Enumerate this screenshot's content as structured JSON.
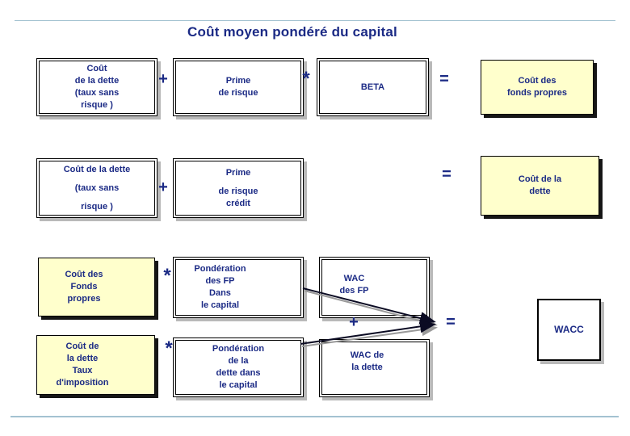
{
  "title": "Coût moyen pondéré du capital",
  "colors": {
    "text_navy": "#1b2a85",
    "box_yellow": "#ffffcc",
    "rule_blue": "#a3c2d1",
    "shadow_gray": "#b9b9b9",
    "shadow_dark": "#161616",
    "arrow_black": "#0b0b23"
  },
  "operators": {
    "plus_row1": "+",
    "times_row1": "*",
    "equals_row1": "=",
    "plus_row2": "+",
    "equals_row2": "=",
    "times_row3": "*",
    "times_row4": "*",
    "plus_result": "+",
    "equals_result": "="
  },
  "boxes": {
    "cost_debt_risk_free_1": {
      "lines": [
        "Coût",
        "de la dette",
        "(taux sans",
        "risque )"
      ]
    },
    "risk_premium": {
      "lines": [
        "Prime",
        "de risque"
      ]
    },
    "beta": {
      "lines": [
        "BETA"
      ]
    },
    "cost_of_equity": {
      "lines": [
        "Coût des",
        "fonds propres"
      ]
    },
    "cost_debt_risk_free_2": {
      "lines": [
        "Coût de la dette",
        "(taux sans",
        "risque )"
      ]
    },
    "credit_risk_premium": {
      "lines": [
        "Prime",
        "de risque",
        "crédit"
      ]
    },
    "cost_of_debt": {
      "lines": [
        "Coût de la",
        "dette"
      ]
    },
    "cost_equity_input": {
      "lines": [
        "Coût des",
        "Fonds",
        "propres"
      ]
    },
    "weight_equity": {
      "lines": [
        "Pondération",
        "des FP",
        "Dans",
        "le capital"
      ]
    },
    "wac_equity": {
      "lines": [
        "WAC",
        "des FP"
      ]
    },
    "cost_debt_after_tax": {
      "lines": [
        "Coût de",
        "la dette",
        "Taux",
        "d'imposition"
      ]
    },
    "weight_debt": {
      "lines": [
        "Pondération",
        "de la",
        "dette dans",
        "le capital"
      ]
    },
    "wac_debt": {
      "lines": [
        "WAC de",
        "la dette"
      ]
    },
    "wacc": {
      "lines": [
        "WACC"
      ]
    }
  }
}
